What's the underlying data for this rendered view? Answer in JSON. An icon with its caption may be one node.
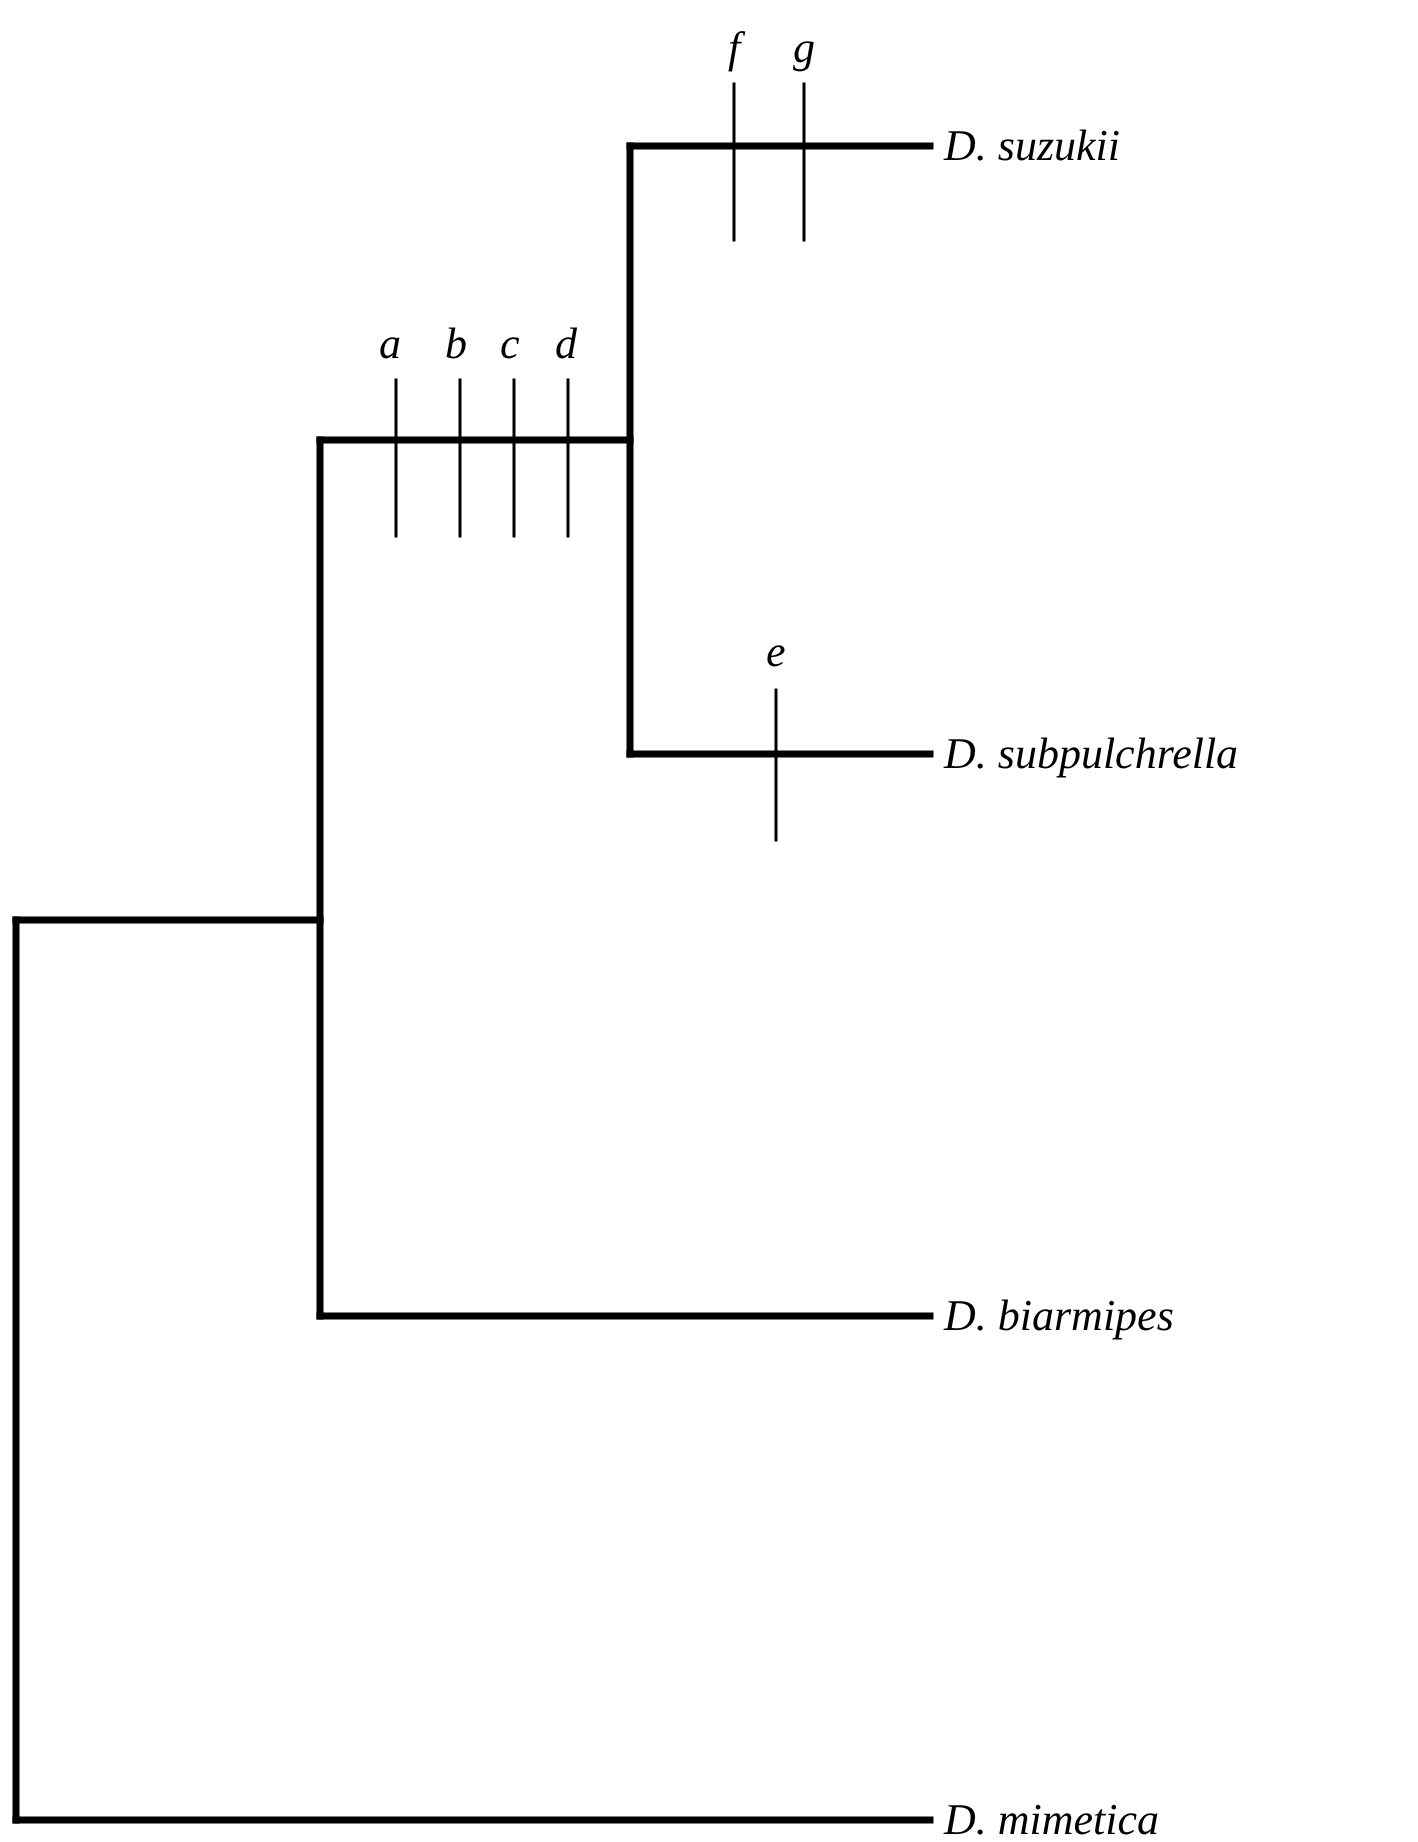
{
  "diagram": {
    "labels": [
      "f",
      "g",
      "D. suzukii",
      "a",
      "b",
      "c",
      "d",
      "e",
      "D. subpulchrella",
      "D. biarmipes",
      "D. mimetica"
    ]
  }
}
